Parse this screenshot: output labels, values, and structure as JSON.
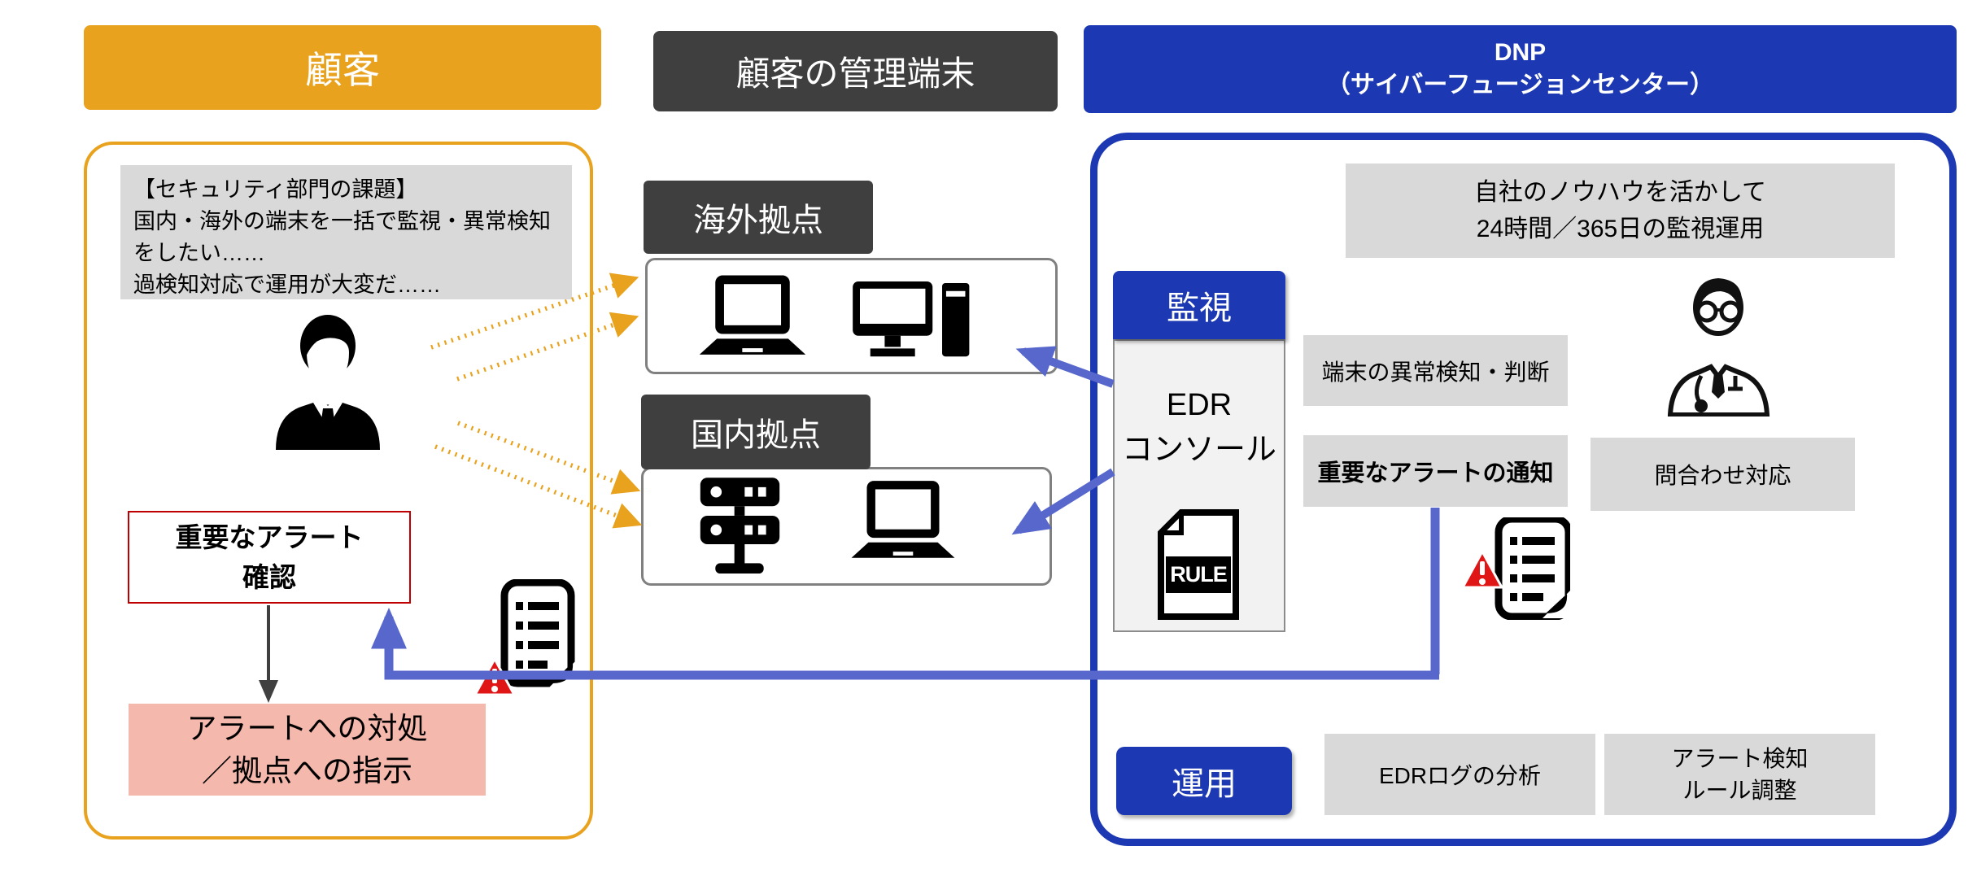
{
  "colors": {
    "customer_orange": "#E8A21D",
    "dark_gray_label": "#3F3F3F",
    "dnp_blue": "#1C38B2",
    "arrow_blue": "#5767CC",
    "box_gray": "#D9D9D9",
    "edr_panel_gray": "#F2F2F2",
    "response_pink": "#F5B8AC",
    "alert_red_border": "#C00000",
    "warning_red": "#E01616"
  },
  "headers": {
    "customer": "顧客",
    "managed_terminals": "顧客の管理端末",
    "dnp_line1": "DNP",
    "dnp_line2": "（サイバーフュージョンセンター）"
  },
  "customer": {
    "issue_lines": [
      "【セキュリティ部門の課題】",
      "国内・海外の端末を一括で監視・異常検知をしたい……",
      "過検知対応で運用が大変だ……"
    ],
    "alert_confirm_line1": "重要なアラート",
    "alert_confirm_line2": "確認",
    "response_line1": "アラートへの対処",
    "response_line2": "／拠点への指示"
  },
  "sites": {
    "overseas_label": "海外拠点",
    "domestic_label": "国内拠点"
  },
  "dnp": {
    "knowhow_line1": "自社のノウハウを活かして",
    "knowhow_line2": "24時間／365日の監視運用",
    "monitor_label": "監視",
    "edr_line1": "EDR",
    "edr_line2": "コンソール",
    "rule_label": "RULE",
    "detect_label": "端末の異常検知・判断",
    "notify_label": "重要なアラートの通知",
    "inquiry_label": "問合わせ対応",
    "ops_label": "運用",
    "log_analysis_label": "EDRログの分析",
    "rule_tuning_line1": "アラート検知",
    "rule_tuning_line2": "ルール調整"
  }
}
